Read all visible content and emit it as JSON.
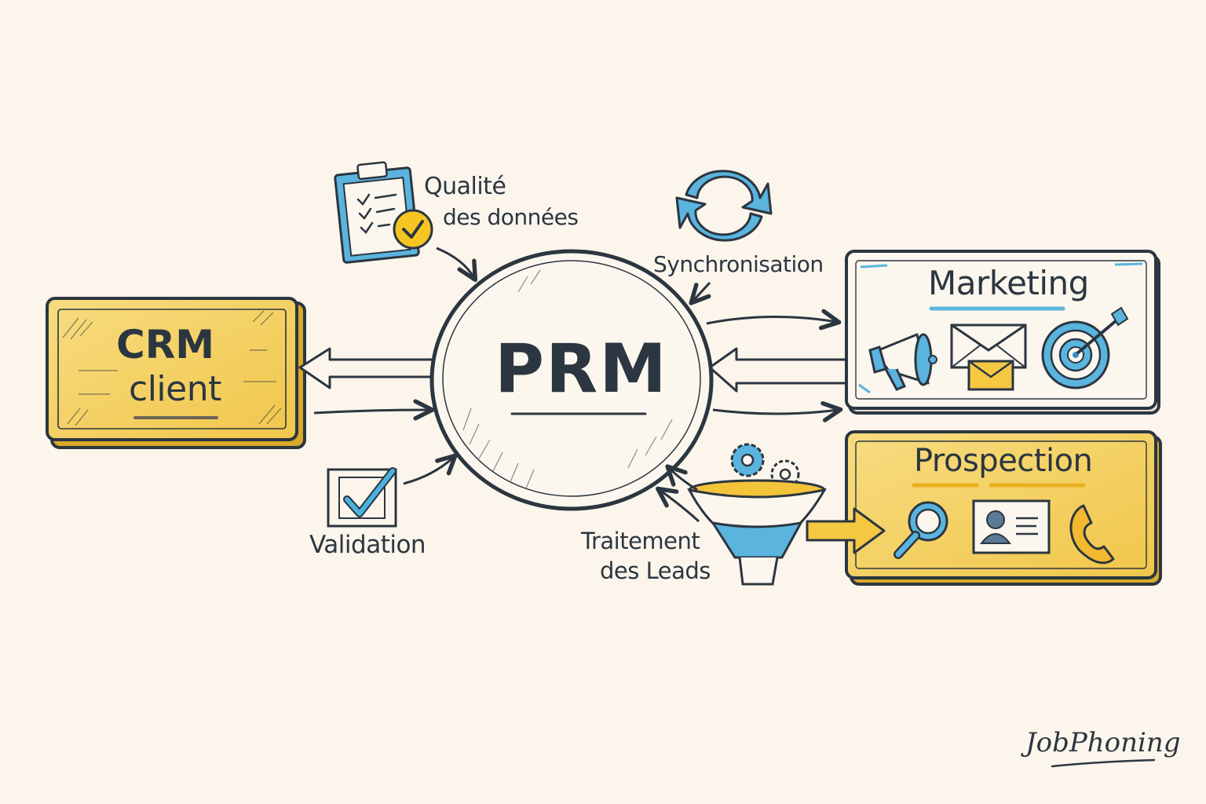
{
  "diagram": {
    "center": {
      "label": "PRM"
    },
    "crm": {
      "line1": "CRM",
      "line2": "client"
    },
    "marketing": {
      "title": "Marketing",
      "icons": [
        "megaphone-icon",
        "envelope-icon",
        "target-icon"
      ]
    },
    "prospection": {
      "title": "Prospection",
      "icons": [
        "magnifier-icon",
        "contact-card-icon",
        "phone-icon"
      ]
    },
    "quality": {
      "line1": "Qualité",
      "line2": "des données",
      "icon": "clipboard-check-icon"
    },
    "sync": {
      "label": "Synchronisation",
      "icon": "sync-arrows-icon"
    },
    "validation": {
      "label": "Validation",
      "icon": "checkbox-icon"
    },
    "leads": {
      "line1": "Traitement",
      "line2": "des Leads",
      "icon": "funnel-gears-icon"
    }
  },
  "brand": {
    "name": "JobPhoning"
  },
  "colors": {
    "background": "#fcf5ec",
    "ink": "#2b3640",
    "yellow": "#f5d063",
    "yellow_dark": "#e9b937",
    "blue": "#5ab4de",
    "blue_dark": "#3a8fc2",
    "box_light": "#fbf6ee"
  }
}
